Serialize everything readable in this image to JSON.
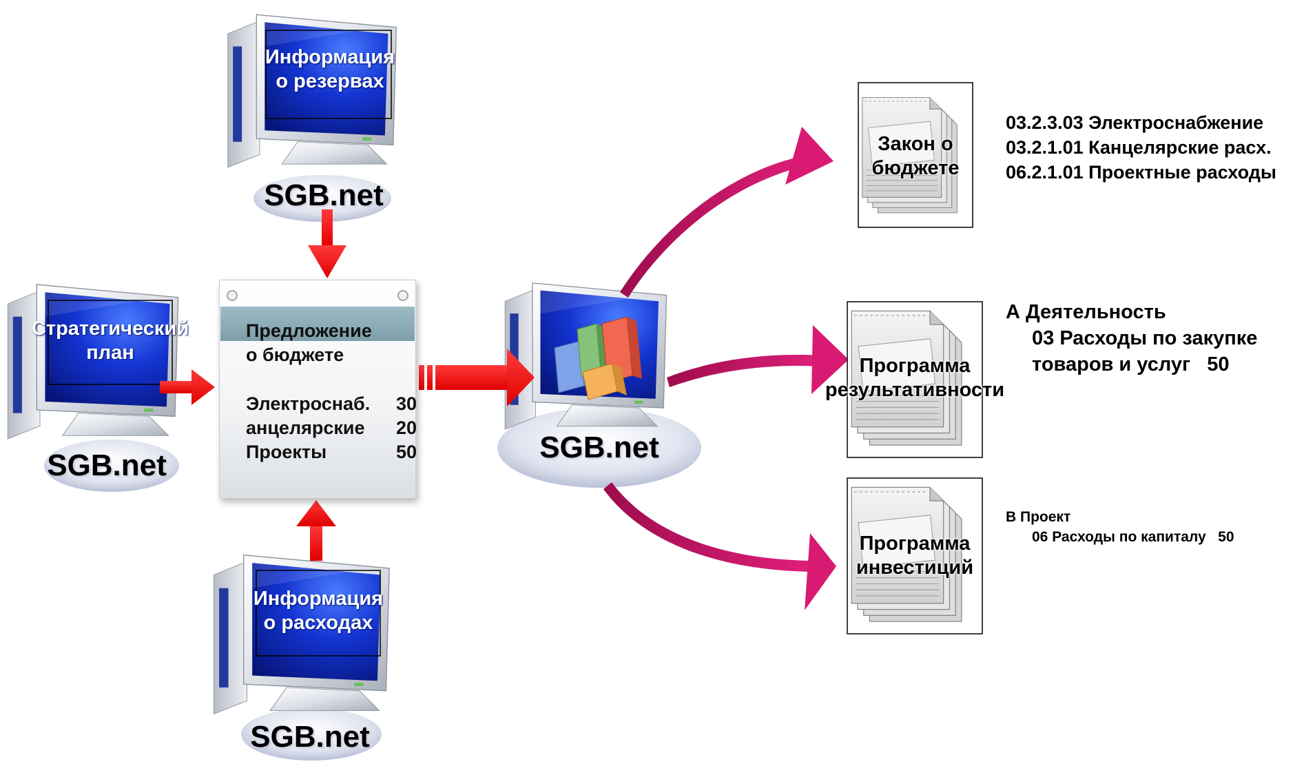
{
  "computers": {
    "top": {
      "screen_line1": "Информация",
      "screen_line2": "о резервах",
      "caption": "SGB.net"
    },
    "left": {
      "screen_line1": "Стратегический",
      "screen_line2": "план",
      "caption": "SGB.net"
    },
    "bottom": {
      "screen_line1": "Информация",
      "screen_line2": "о расходах",
      "caption": "SGB.net"
    },
    "center": {
      "caption": "SGB.net"
    }
  },
  "proposal": {
    "title_line1": "Предложение",
    "title_line2": "о бюджете",
    "rows": [
      {
        "label": "Электроснаб.",
        "value": "30"
      },
      {
        "label": "анцелярские",
        "value": "20"
      },
      {
        "label": "Проекты",
        "value": "50"
      }
    ]
  },
  "documents": {
    "law": {
      "line1": "Закон о",
      "line2": "бюджете"
    },
    "performance": {
      "line1": "Программа",
      "line2": "результативности"
    },
    "investment": {
      "line1": "Программа",
      "line2": "инвестиций"
    }
  },
  "details": {
    "law": [
      "03.2.3.03 Электроснабжение",
      "03.2.1.01 Канцелярские расх.",
      "06.2.1.01 Проектные расходы"
    ],
    "performance": {
      "line1": "А Деятельность",
      "line2": "03 Расходы по закупке",
      "line3": "товаров и услуг   50"
    },
    "investment": {
      "line1": "В Проект",
      "line2": "06 Расходы по капиталу   50"
    }
  },
  "colors": {
    "arrow_red": "#ff0000",
    "arrow_magenta": "#cc1466",
    "screen_blue": "#1030c8",
    "monitor_silver": "#d8dce4"
  },
  "icons": [
    "monitor-icon",
    "bar-chart-icon",
    "document-stack-icon",
    "window-icon"
  ]
}
